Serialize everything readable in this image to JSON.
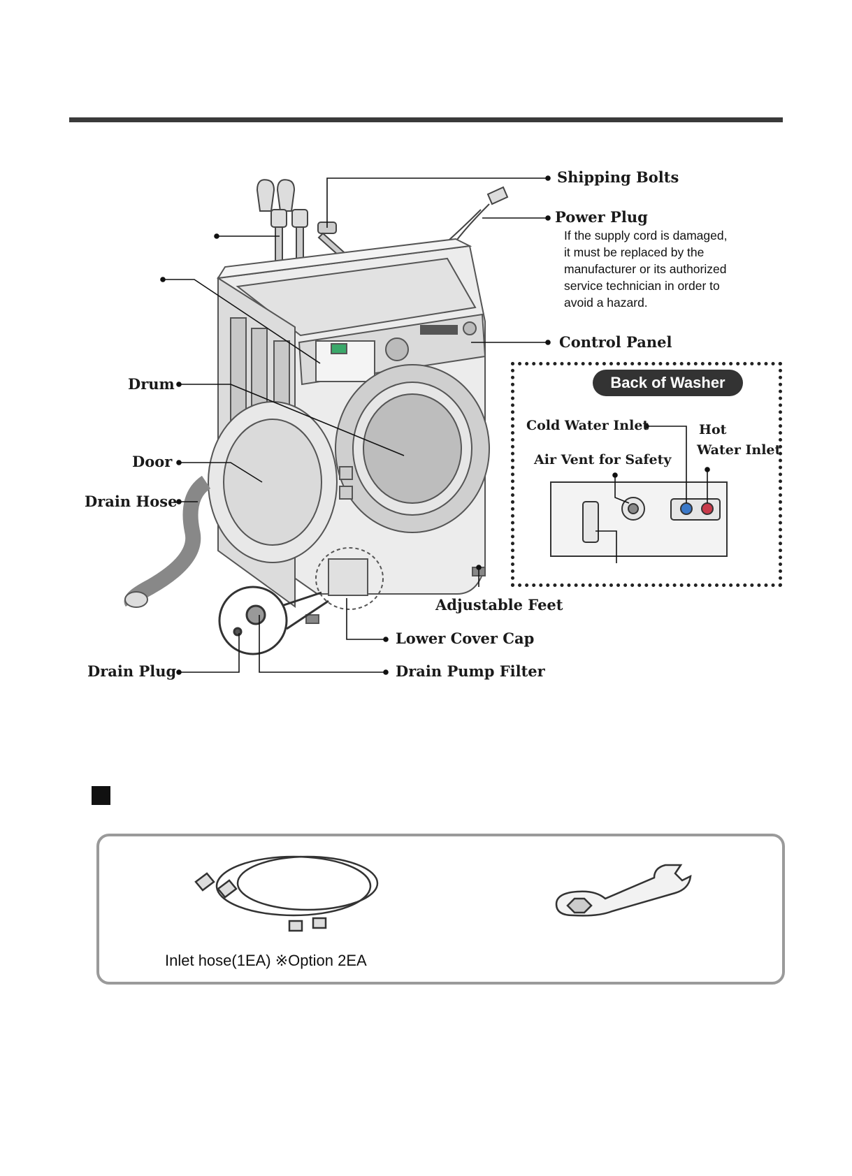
{
  "labels": {
    "shipping_bolts": "Shipping Bolts",
    "power_plug": "Power Plug",
    "power_plug_note": [
      "If the supply cord is damaged,",
      "it must be replaced by the",
      "manufacturer or its authorized",
      "service technician in order to",
      "avoid a hazard."
    ],
    "control_panel": "Control Panel",
    "drum": "Drum",
    "door": "Door",
    "drain_hose": "Drain Hose",
    "adjustable_feet": "Adjustable Feet",
    "lower_cover_cap": "Lower Cover Cap",
    "drain_plug": "Drain Plug",
    "drain_pump_filter": "Drain Pump Filter"
  },
  "back_of_washer": {
    "title": "Back of Washer",
    "cold_water_inlet": "Cold Water Inlet",
    "hot_label_line1": "Hot",
    "hot_label_line2": "Water Inlet",
    "air_vent": "Air Vent for Safety"
  },
  "accessories": {
    "inlet_hose_caption": "Inlet hose(1EA) ※Option 2EA"
  },
  "colors": {
    "rule": "#3a3a3a",
    "cold_inlet": "#3a78c8",
    "hot_inlet": "#c83a4a",
    "accent_green": "#3aa86a"
  }
}
